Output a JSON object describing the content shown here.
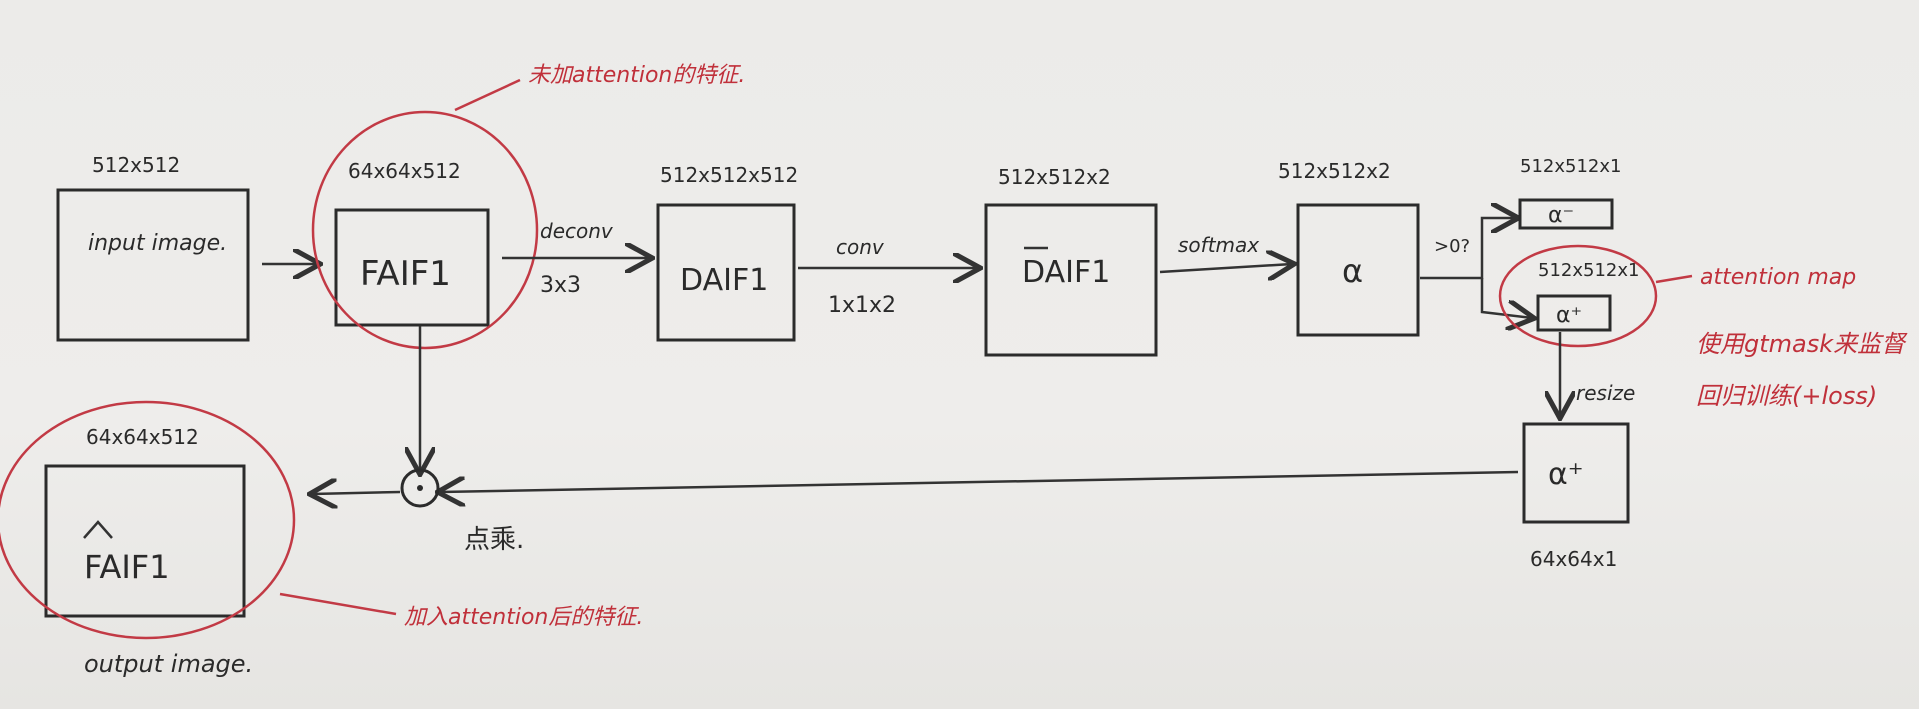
{
  "input": {
    "dims": "512x512",
    "label": "input image."
  },
  "feature": {
    "dims": "64x64x512",
    "label": "FAIF1"
  },
  "op_deconv": {
    "name": "deconv",
    "kernel": "3x3"
  },
  "d_map": {
    "dims": "512x512x512",
    "label": "DAIF1"
  },
  "op_conv": {
    "name": "conv",
    "kernel": "1x1x2"
  },
  "d_bar": {
    "dims": "512x512x2",
    "label": "DAIF1"
  },
  "op_softmax": {
    "name": "softmax"
  },
  "alpha": {
    "dims": "512x512x2",
    "label": "α"
  },
  "op_threshold": {
    "name": ">0?"
  },
  "alpha_minus": {
    "dims": "512x512x1",
    "label": "α⁻"
  },
  "alpha_plus": {
    "dims": "512x512x1",
    "label": "α⁺"
  },
  "op_resize": {
    "name": "resize"
  },
  "alpha_resized": {
    "dims": "64x64x1",
    "label": "α⁺"
  },
  "dot_product": {
    "label": "点乘."
  },
  "output": {
    "dims": "64x64x512",
    "label": "FAIF1",
    "caption": "output image."
  },
  "annotations": {
    "before_attention": "未加attention的特征.",
    "after_attention": "加入attention后的特征.",
    "attention_map": "attention map",
    "supervision_line1": "使用gtmask来监督",
    "supervision_line2": "回归训练(+loss)"
  },
  "colors": {
    "ink": "#2a2a2a",
    "annotation": "#c0303a",
    "paper": "#ecebe9"
  }
}
